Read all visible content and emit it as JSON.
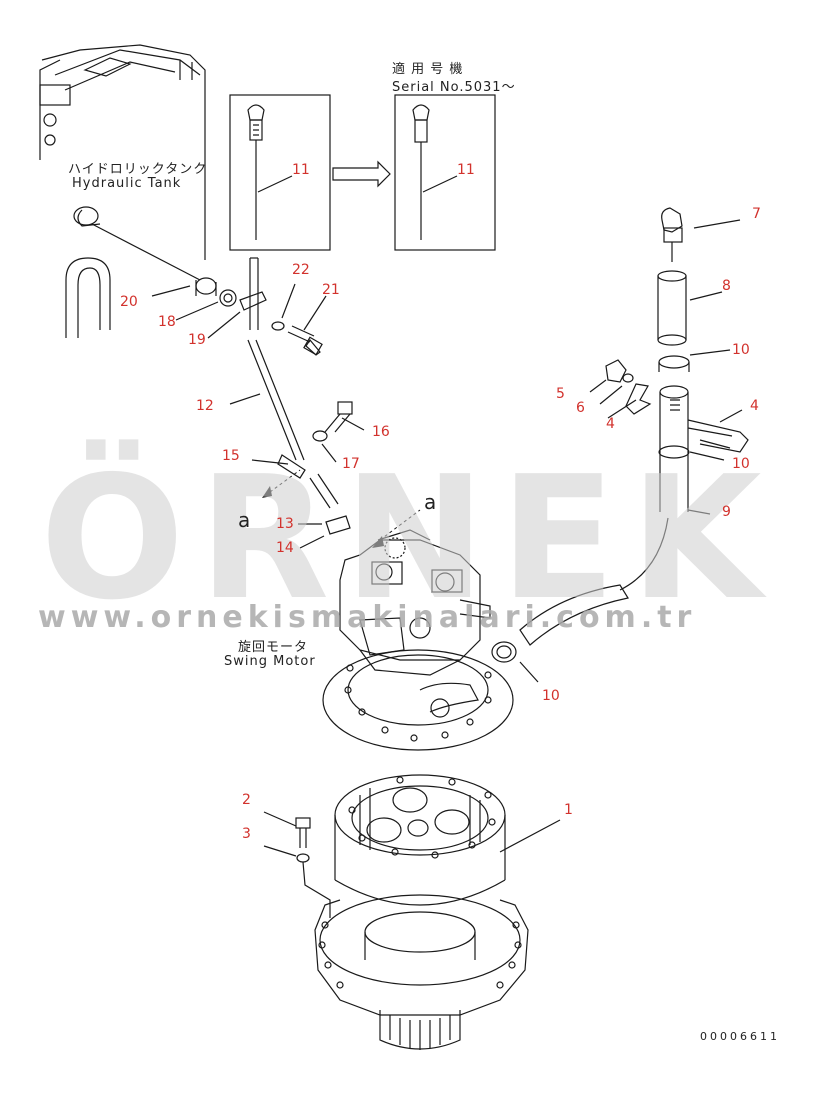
{
  "annotations": {
    "serial_jp": "適 用 号 機",
    "serial_en": "Serial No.5031～",
    "hydraulic_tank_jp": "ハイドロリックタンク",
    "hydraulic_tank_en": "Hydraulic Tank",
    "swing_motor_jp": "旋回モータ",
    "swing_motor_en": "Swing Motor",
    "ref_a1": "a",
    "ref_a2": "a",
    "drawing_number": "00006611"
  },
  "callouts": {
    "c1": "1",
    "c2": "2",
    "c3": "3",
    "c4a": "4",
    "c4b": "4",
    "c5": "5",
    "c6": "6",
    "c7": "7",
    "c8": "8",
    "c9": "9",
    "c10a": "10",
    "c10b": "10",
    "c10c": "10",
    "c11a": "11",
    "c11b": "11",
    "c12": "12",
    "c13": "13",
    "c14": "14",
    "c15": "15",
    "c16": "16",
    "c17": "17",
    "c18": "18",
    "c19": "19",
    "c20": "20",
    "c21": "21",
    "c22": "22"
  },
  "watermark": {
    "brand": "ÖRNEK",
    "url": "www.ornekismakinalari.com.tr"
  },
  "colors": {
    "line": "#1a1a1a",
    "callout": "#d2322d",
    "watermark": "#cfcfcf",
    "accent": "#f0d060"
  }
}
